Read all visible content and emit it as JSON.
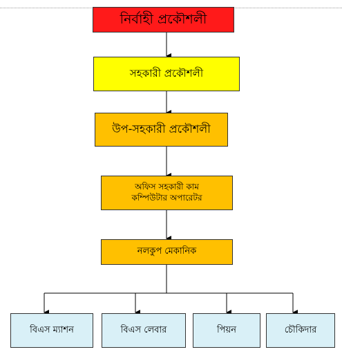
{
  "chart": {
    "nodes": {
      "executive_engineer": {
        "label": "নির্বাহী প্রকৌশলী",
        "color": "#ff1a1a"
      },
      "assistant_engineer": {
        "label": "সহকারী প্রকৌশলী",
        "color": "#ffff00"
      },
      "sub_assistant_engineer": {
        "label": "উপ-সহকারী প্রকৌশলী",
        "color": "#ffc000"
      },
      "office_assistant": {
        "label": "অফিস সহকারী কাম কম্পিউটার অপারেটর",
        "color": "#ffc000"
      },
      "tubewell_mechanic": {
        "label": "নলকুপ মেকানিক",
        "color": "#ffc000"
      },
      "bs_mason": {
        "label": "বিএস ম্যাশন",
        "color": "#d9f0f7"
      },
      "bs_labor": {
        "label": "বিএস লেবার",
        "color": "#d9f0f7"
      },
      "peon": {
        "label": "পিয়ন",
        "color": "#d9f0f7"
      },
      "guard": {
        "label": "চৌকিদার",
        "color": "#d9f0f7"
      }
    },
    "line_color": "#000000"
  }
}
